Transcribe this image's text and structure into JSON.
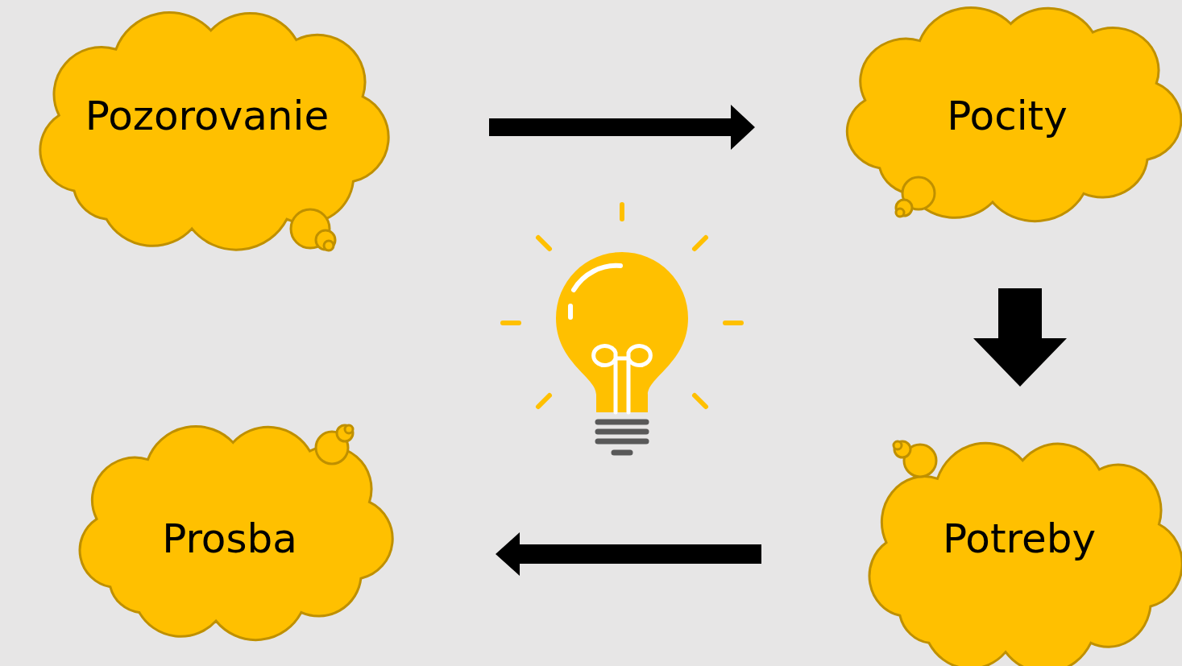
{
  "diagram": {
    "nodes": [
      {
        "text": [
          "Pozorovanie"
        ]
      },
      {
        "text": [
          "Pocity"
        ]
      },
      {
        "text": [
          "Prosba"
        ]
      },
      {
        "text": [
          "Potreby"
        ]
      }
    ],
    "edges": [
      {
        "from": 0,
        "to": 1,
        "arrow": "to"
      },
      {
        "from": 1,
        "to": 3,
        "arrow": "to"
      },
      {
        "from": 3,
        "to": 2,
        "arrow": "to"
      }
    ]
  }
}
